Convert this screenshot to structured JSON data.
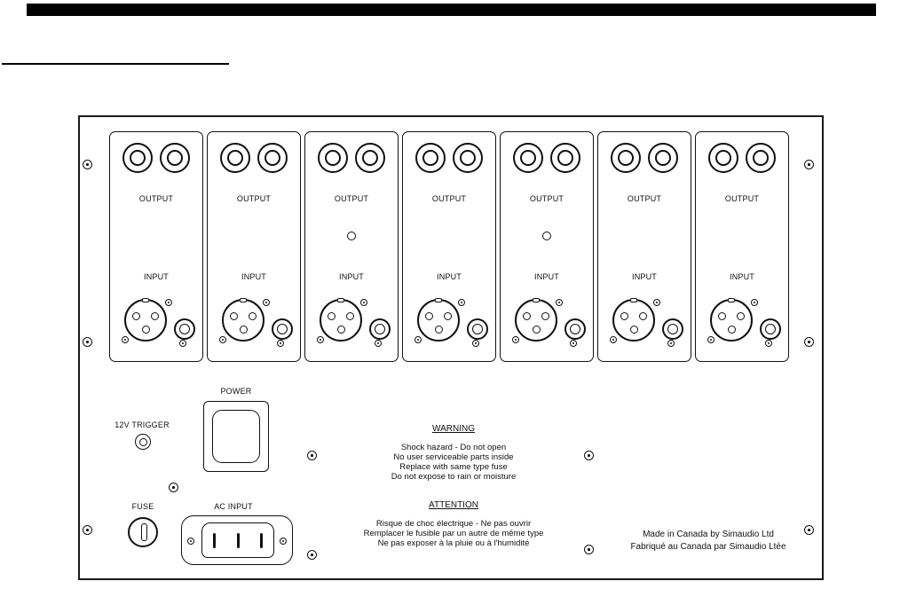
{
  "panel": {
    "labels": {
      "output": "OUTPUT",
      "input": "INPUT",
      "power": "POWER",
      "trigger": "12V TRIGGER",
      "fuse": "FUSE",
      "ac_input": "AC INPUT"
    },
    "channel_count": 7,
    "warning": {
      "title": "WARNING",
      "lines": [
        "Shock hazard - Do not open",
        "No user serviceable parts inside",
        "Replace with same type fuse",
        "Do not expose to rain or moisture"
      ]
    },
    "attention": {
      "title": "ATTENTION",
      "lines": [
        "Risque de choc électrique - Ne pas ouvrir",
        "Remplacer le fusible par un autre de même type",
        "Ne pas exposer à la pluie ou à l'humidité"
      ]
    },
    "origin": {
      "line1": "Made in Canada by Simaudio Ltd",
      "line2": "Fabriqué au Canada par Simaudio Ltée"
    }
  },
  "colors": {
    "line": "#111111",
    "background": "#ffffff",
    "top_bar": "#000000"
  }
}
